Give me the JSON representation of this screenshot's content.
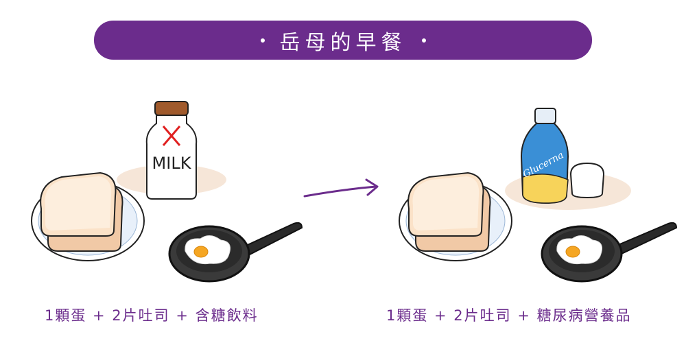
{
  "title": "岳母的早餐",
  "caption_left": "1顆蛋 + 2片吐司 + 含糖飲料",
  "caption_right": "1顆蛋 + 2片吐司 + 糖尿病營養品",
  "milk_label": "MILK",
  "glucerna_label": "Glucerna",
  "colors": {
    "banner": "#6b2c8c",
    "caption": "#6b2c8c",
    "cross": "#e02020"
  },
  "icons": [
    "bread-plate-icon",
    "milk-bottle-icon",
    "fried-egg-pan-icon",
    "arrow-right-icon",
    "glucerna-bottle-icon"
  ]
}
